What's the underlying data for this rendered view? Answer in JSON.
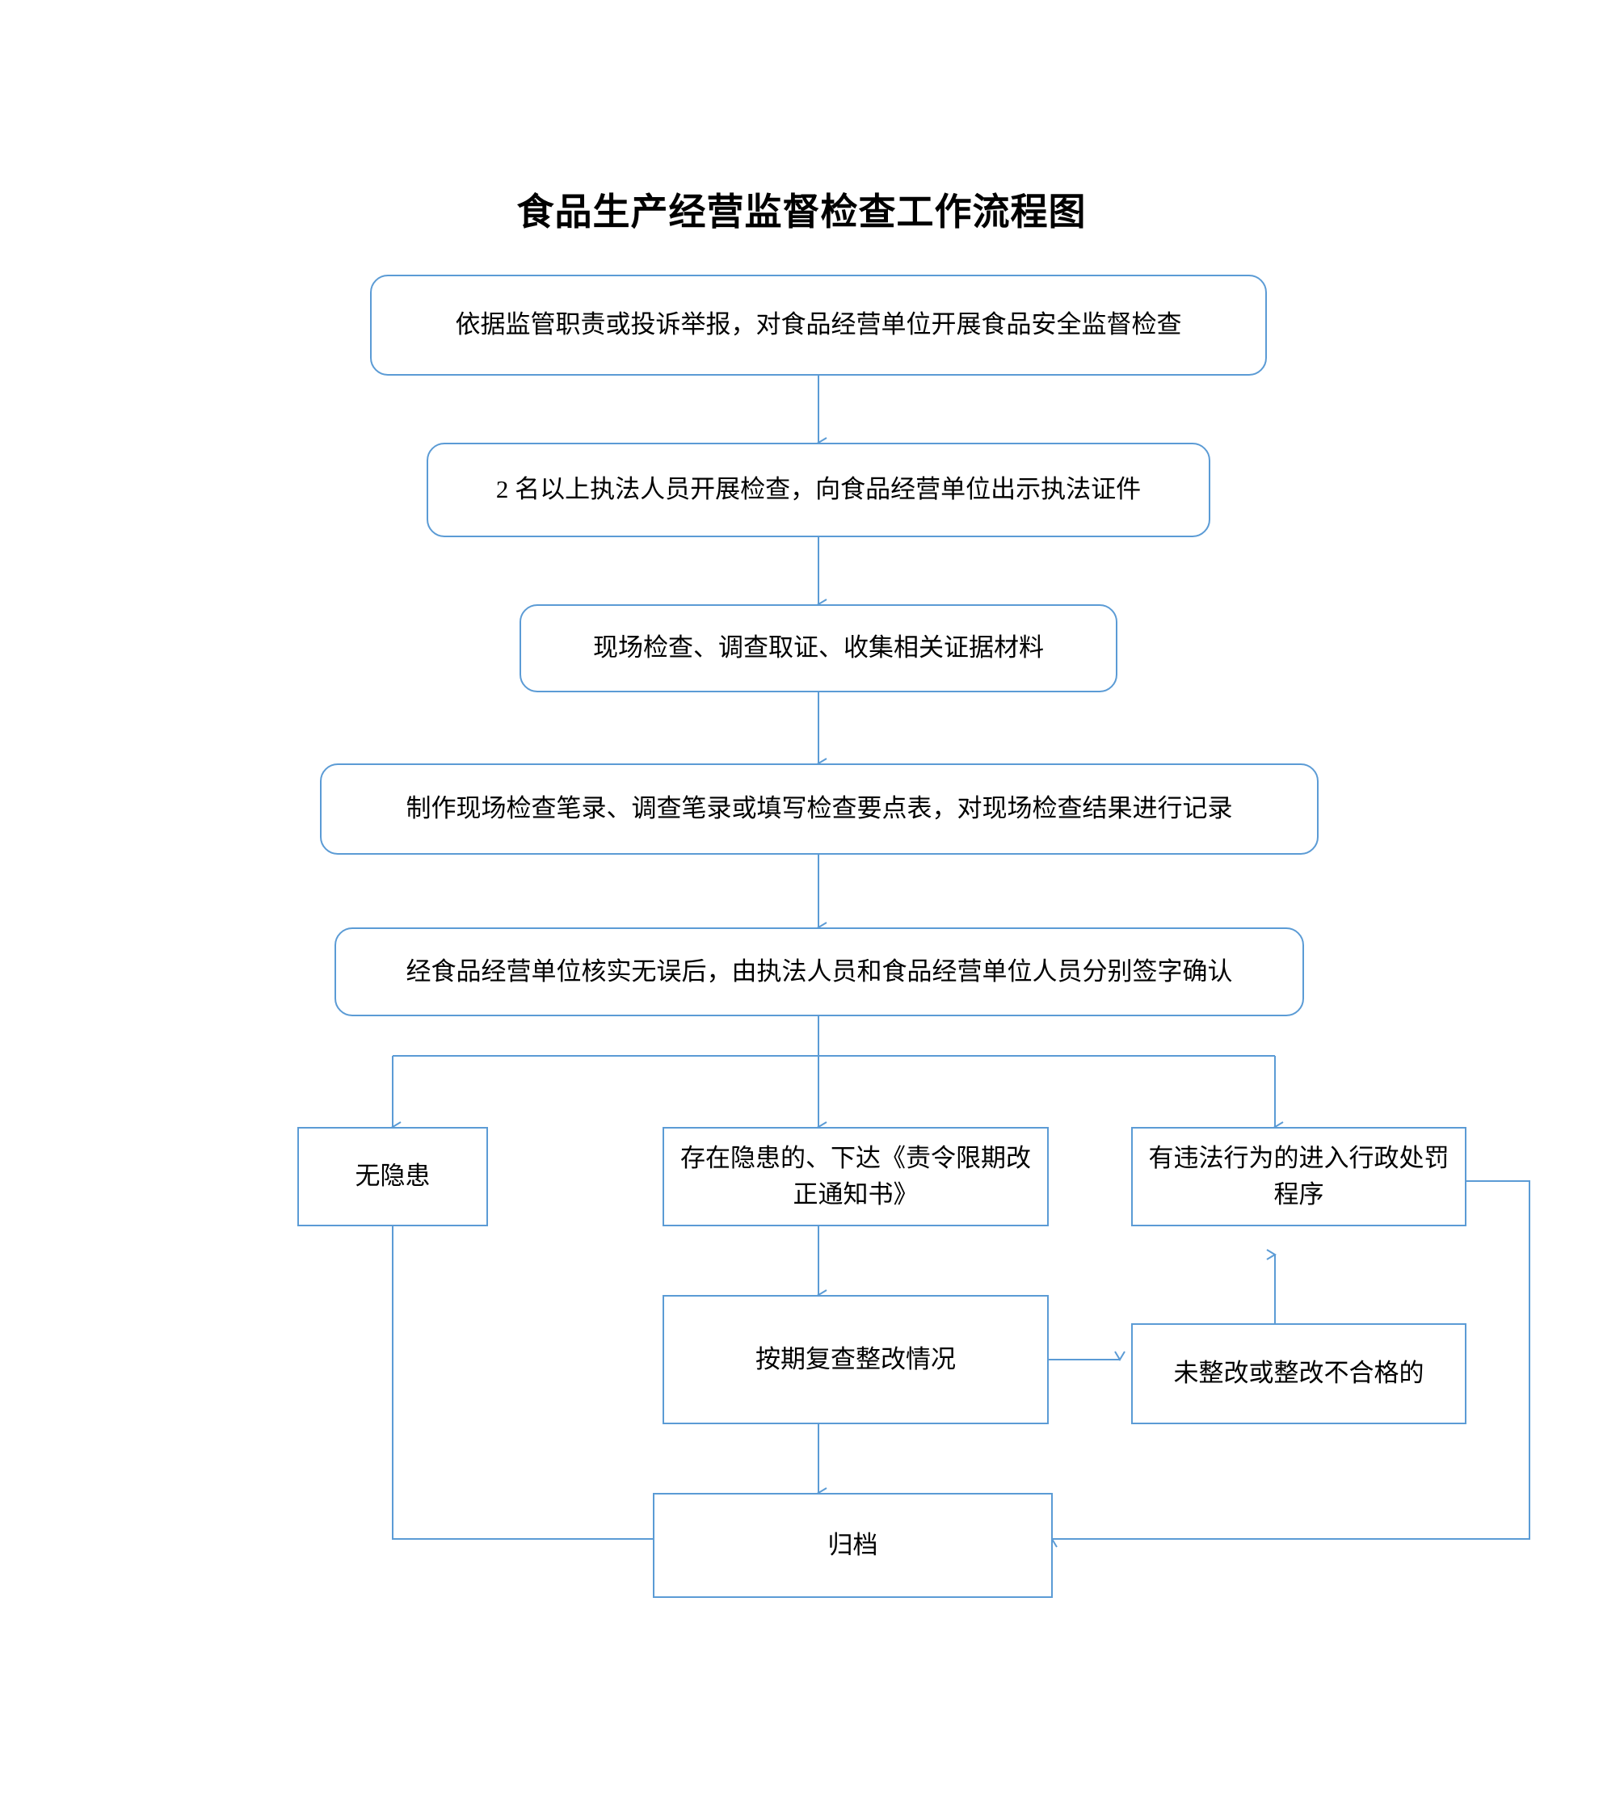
{
  "title": "食品生产经营监督检查工作流程图",
  "colors": {
    "box_border": "#5B9BD5",
    "connector": "#5B9BD5",
    "text": "#000000",
    "background": "#FFFFFF"
  },
  "nodes": {
    "step1": "依据监管职责或投诉举报，对食品经营单位开展食品安全监督检查",
    "step2": "2 名以上执法人员开展检查，向食品经营单位出示执法证件",
    "step3": "现场检查、调查取证、收集相关证据材料",
    "step4": "制作现场检查笔录、调查笔录或填写检查要点表，对现场检查结果进行记录",
    "step5": "经食品经营单位核实无误后，由执法人员和食品经营单位人员分别签字确认",
    "branch_none": "无隐患",
    "branch_hazard": "存在隐患的、下达《责令限期改正通知书》",
    "branch_illegal": "有违法行为的进入行政处罚程序",
    "recheck": "按期复查整改情况",
    "not_rectified": "未整改或整改不合格的",
    "archive": "归档"
  }
}
